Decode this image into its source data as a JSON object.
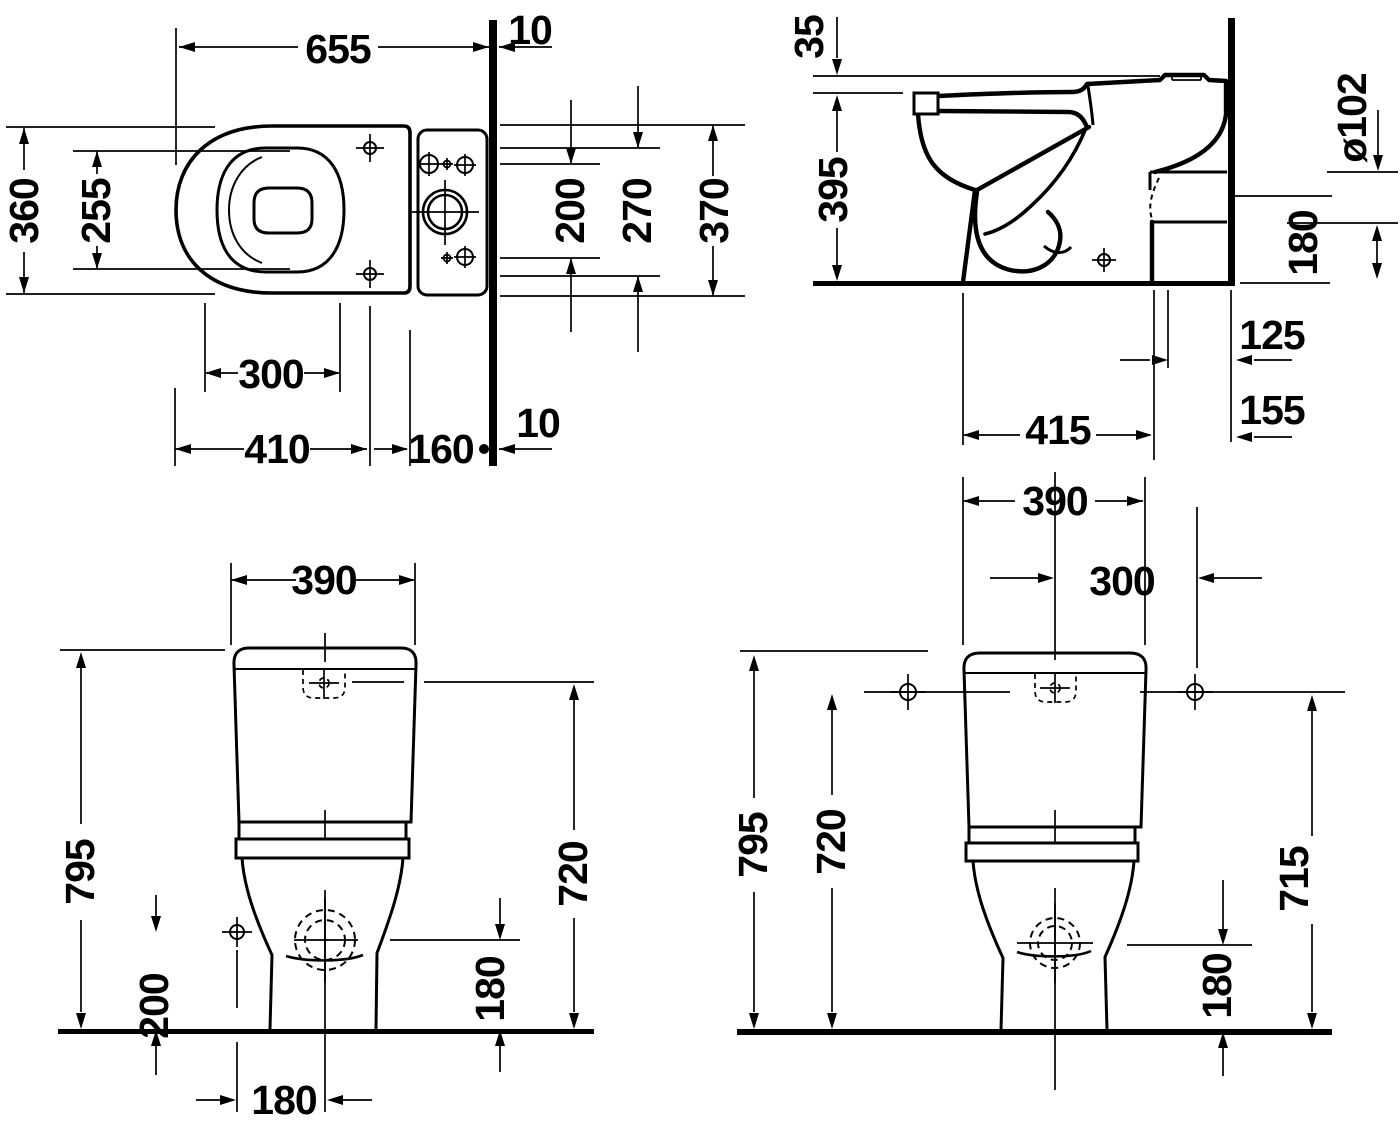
{
  "meta": {
    "background": "#ffffff",
    "ink": "#000000",
    "description": "Technical installation drawing of a close-coupled toilet shown in four orthographic views with millimetre dimensions"
  },
  "views": {
    "plan": {
      "name": "plan-view",
      "total_width": "655",
      "wall_gap_top": "10",
      "total_depth": "360",
      "seat_inner_width": "255",
      "cistern_hole_spacing": "200",
      "fixing_hole_spacing": "270",
      "depth_incl_wall": "370",
      "seat_cutout_length": "300",
      "front_to_fixing_holes": "410",
      "cistern_depth": "160",
      "wall_gap_bottom": "10"
    },
    "side": {
      "name": "side-view",
      "lid_step": "35",
      "rim_height": "395",
      "outlet_diameter": "ø102",
      "outlet_height": "180",
      "outlet_offset_upper": "125",
      "outlet_offset_lower": "155",
      "front_to_outlet": "415"
    },
    "front": {
      "name": "front-view",
      "cistern_width": "390",
      "total_height": "795",
      "side_fixing_height": "200",
      "fixing_to_centre": "180",
      "cistern_rim_height": "720",
      "outlet_centre_height": "180"
    },
    "rear": {
      "name": "rear-view",
      "cistern_width": "390",
      "centre_to_fixing": "300",
      "total_height": "795",
      "fixing_line_height": "720",
      "side_fixing_height": "715",
      "outlet_centre_height": "180"
    }
  }
}
